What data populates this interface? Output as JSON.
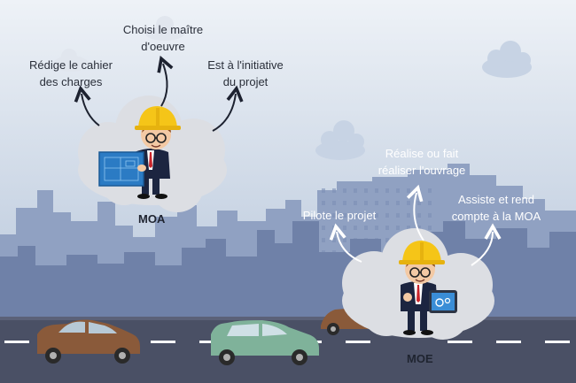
{
  "moa": {
    "name": "MOA",
    "tasks": [
      [
        "Rédige le cahier",
        "des charges"
      ],
      [
        "Choisi le maître",
        "d'oeuvre"
      ],
      [
        "Est à l'initiative",
        "du projet"
      ]
    ]
  },
  "moe": {
    "name": "MOE",
    "tasks": [
      [
        "Pilote le projet"
      ],
      [
        "Réalise ou fait",
        "réaliser l'ouvrage"
      ],
      [
        "Assiste et rend",
        "compte à la MOA"
      ]
    ]
  },
  "colors": {
    "sky_top": "#e4eaf2",
    "sky_bottom": "#b3c2d8",
    "skyline_far": "#8a9cbf",
    "skyline_near": "#6c7ea6",
    "road": "#4a5064",
    "helmet": "#f5c518",
    "cloud": "#dcdee3"
  }
}
